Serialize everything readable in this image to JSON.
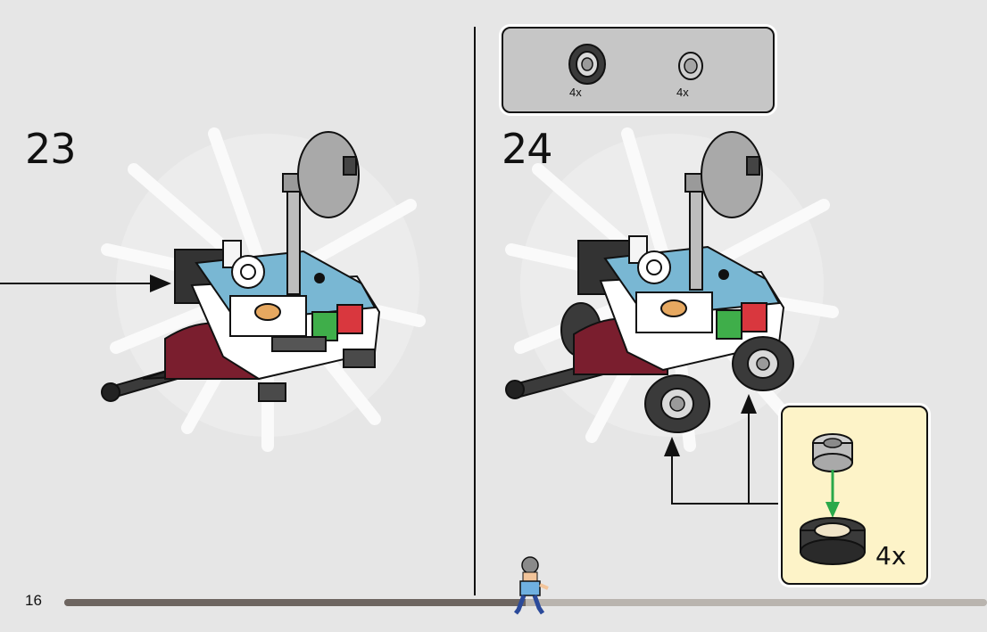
{
  "page": {
    "number": "16",
    "progress_fraction": 0.5
  },
  "steps": [
    {
      "number": "23"
    },
    {
      "number": "24"
    }
  ],
  "parts_list": [
    {
      "name": "tire-icon",
      "qty": "4x"
    },
    {
      "name": "rim-icon",
      "qty": "4x"
    }
  ],
  "callout": {
    "qty": "4x"
  },
  "colors": {
    "background": "#e6e6e6",
    "callout_bg": "#fdf3c8",
    "parts_bg": "#c6c6c6",
    "arrow_green": "#2aa84a",
    "vehicle_blue": "#79b7d3",
    "vehicle_red": "#7a1e2e"
  }
}
